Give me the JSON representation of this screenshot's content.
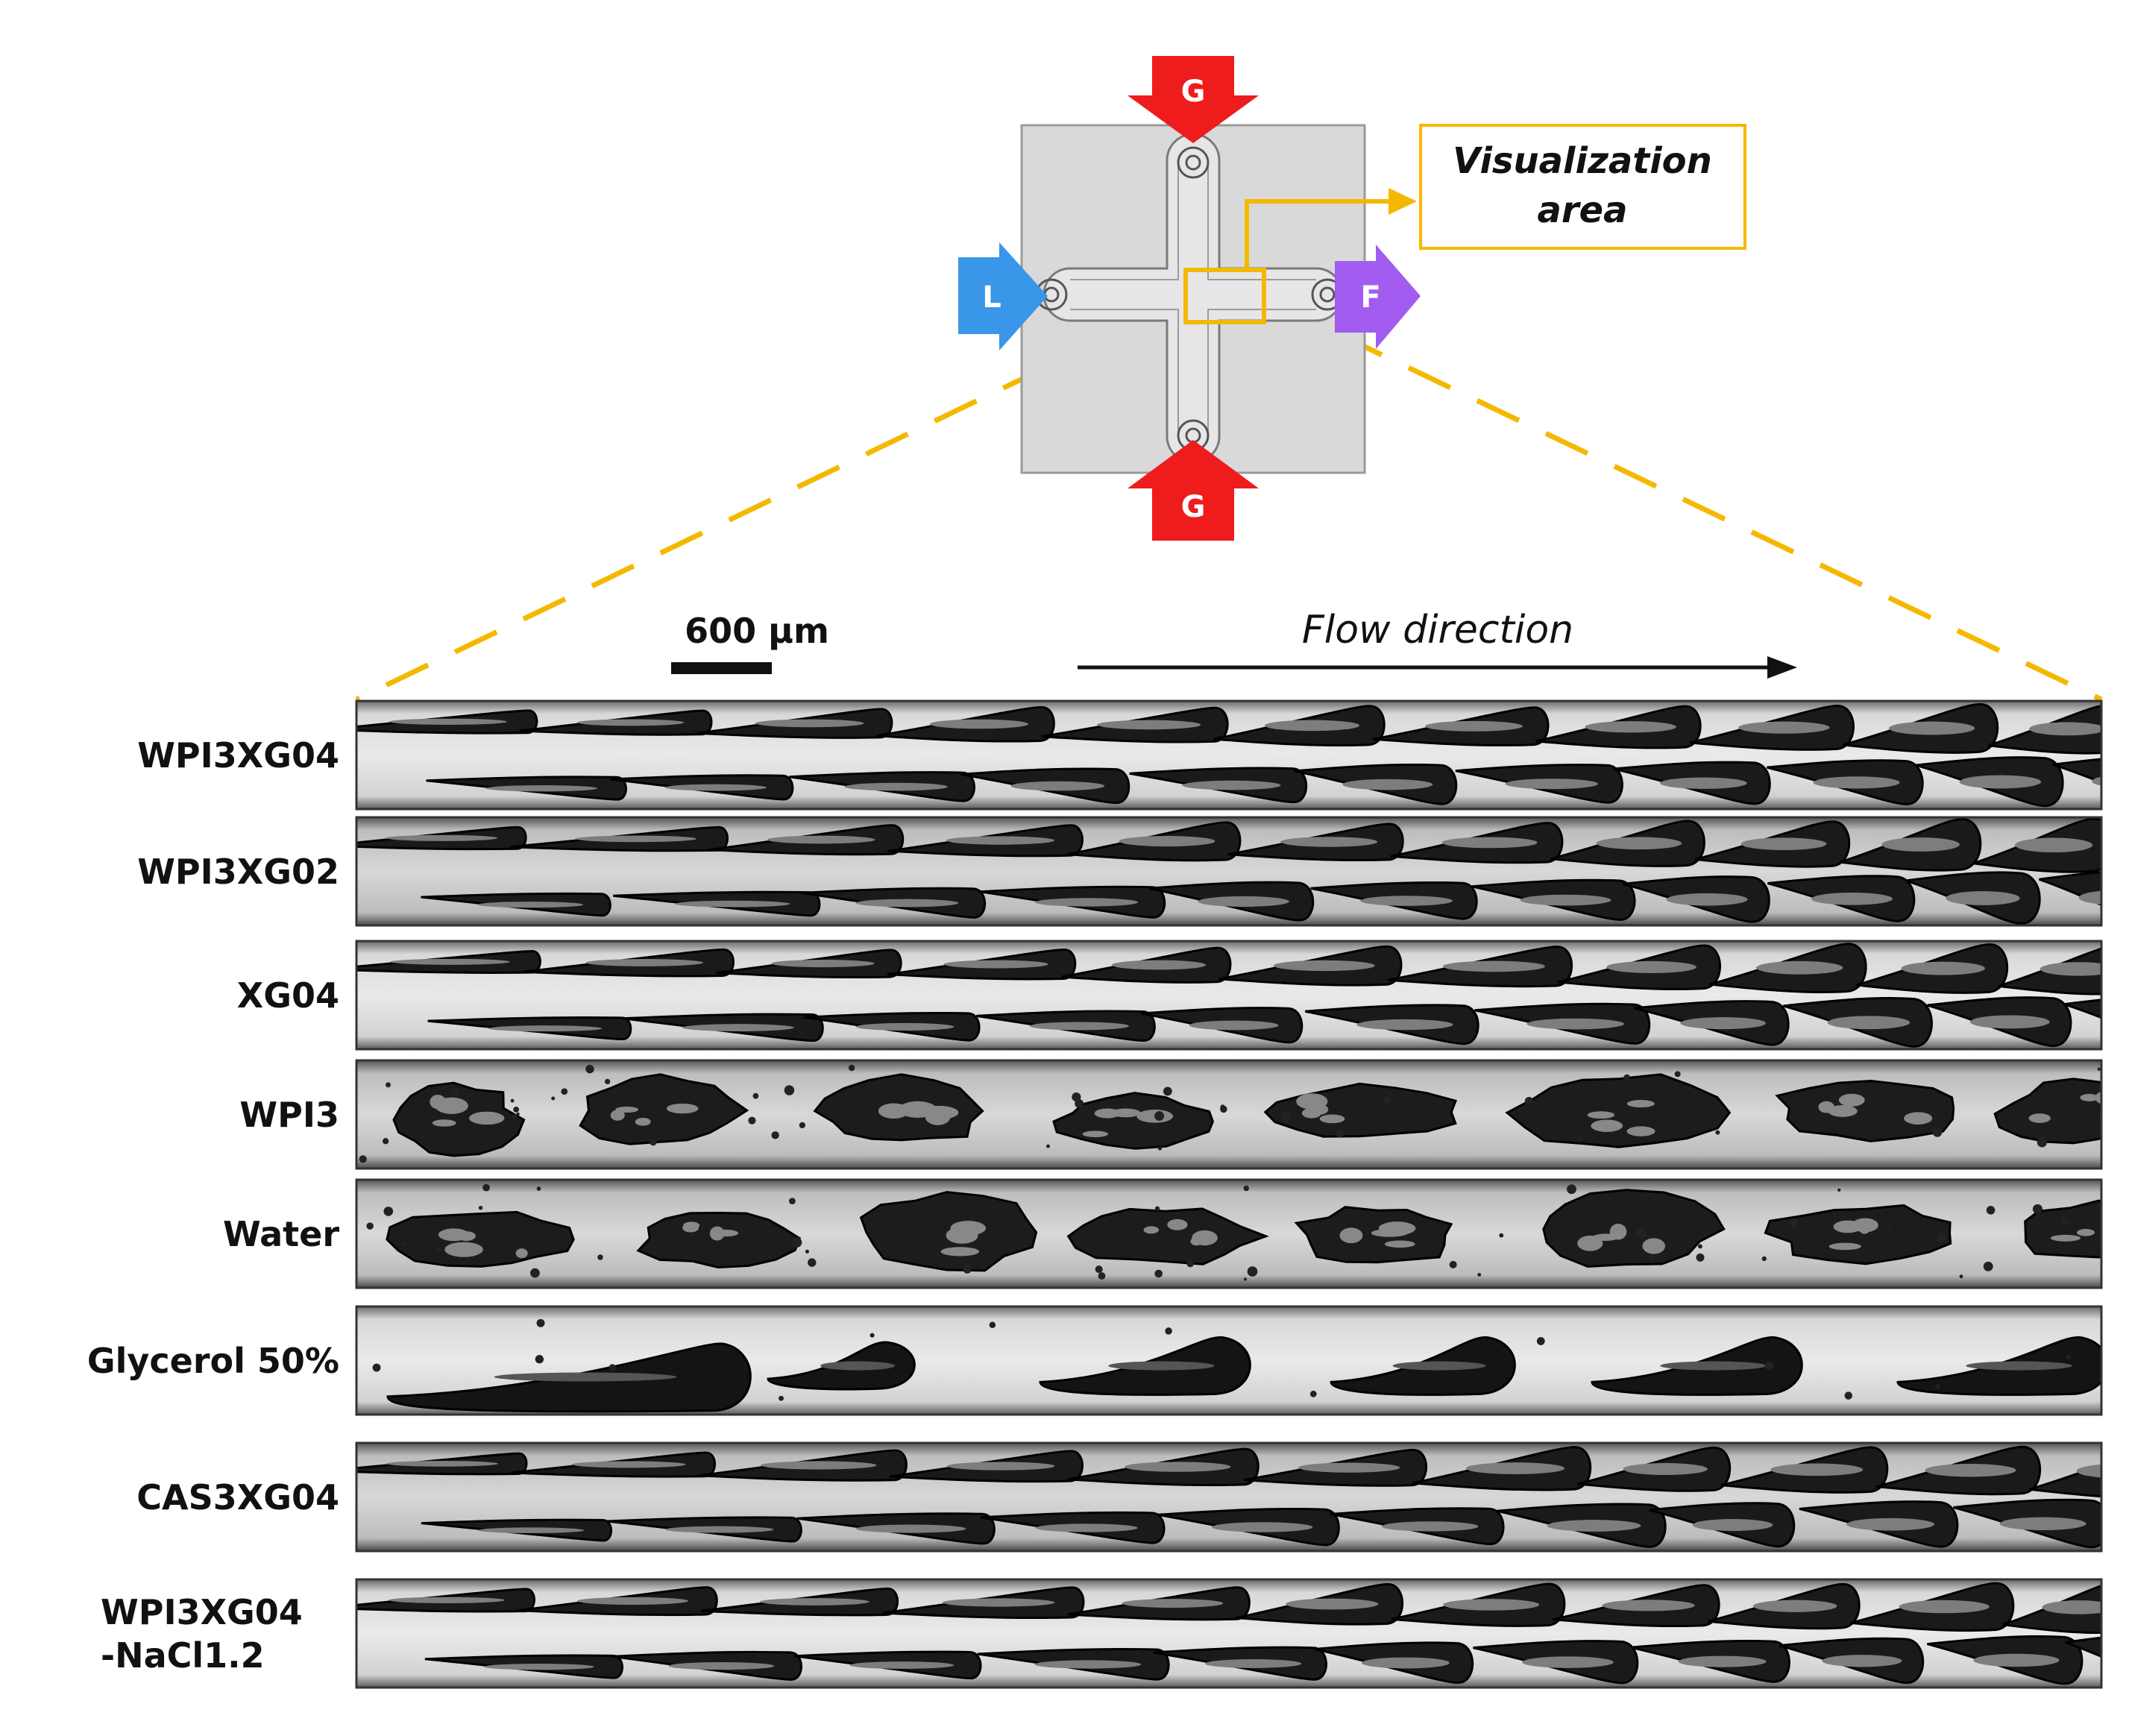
{
  "device": {
    "inlets": [
      {
        "id": "G",
        "label": "G",
        "color": "#ee1c1c"
      },
      {
        "id": "G",
        "label": "G",
        "color": "#ee1c1c"
      },
      {
        "id": "L",
        "label": "L",
        "color": "#3a96e8"
      },
      {
        "id": "F",
        "label": "F",
        "color": "#a35cf0"
      }
    ],
    "callout": {
      "line1": "Visualization",
      "line2": "area"
    },
    "chip_color": "#d9d9d9",
    "accent_color": "#f5b800"
  },
  "scale_bar": {
    "label": "600 µm"
  },
  "flow": {
    "label": "Flow direction"
  },
  "rows": [
    {
      "label": "WPI3XG04",
      "pattern": "zigzag"
    },
    {
      "label": "WPI3XG02",
      "pattern": "zigzag"
    },
    {
      "label": "XG04",
      "pattern": "zigzag"
    },
    {
      "label": "WPI3",
      "pattern": "irregular"
    },
    {
      "label": "Water",
      "pattern": "irregular"
    },
    {
      "label": "Glycerol 50%",
      "pattern": "plug"
    },
    {
      "label": "CAS3XG04",
      "pattern": "zigzag"
    },
    {
      "label": "WPI3XG04",
      "label2": "-NaCl1.2",
      "pattern": "zigzag"
    }
  ]
}
